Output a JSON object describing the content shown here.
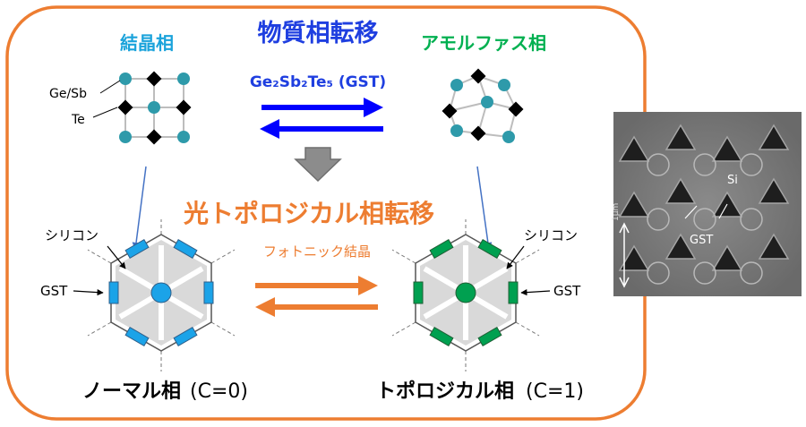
{
  "colors": {
    "frame": "#ED7D31",
    "crystal_text": "#1BA3DB",
    "amorphous_text": "#00B050",
    "transition_text": "#1F3FE0",
    "topological_text": "#ED7D31",
    "blue_arrow": "#0000FF",
    "orange_arrow": "#ED7D31",
    "crystal_atom": "#2E9AAA",
    "crystal_gst": "#1BA3E8",
    "amorphous_gst": "#00A050"
  },
  "labels": {
    "crystalline_phase": "結晶相",
    "material_phase_transition": "物質相転移",
    "amorphous_phase": "アモルファス相",
    "gst_formula": "Ge₂Sb₂Te₅ (GST)",
    "ge_sb": "Ge/Sb",
    "te": "Te",
    "optical_topological_transition": "光トポロジカル相転移",
    "photonic_crystal": "フォトニック結晶",
    "silicon_left": "シリコン",
    "gst_left": "GST",
    "silicon_right": "シリコン",
    "gst_right": "GST",
    "normal_phase": "ノーマル相",
    "normal_chern": "(C=0)",
    "topological_phase": "トポロジカル相",
    "topological_chern": "(C=1)",
    "sem_si": "Si",
    "sem_gst": "GST",
    "sem_scale": "1μm"
  }
}
